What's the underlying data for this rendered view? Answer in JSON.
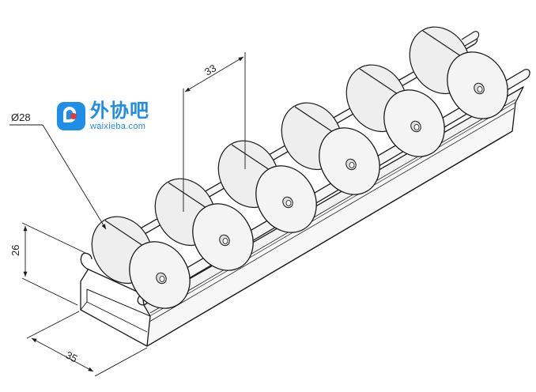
{
  "dimensions": {
    "roller_diameter": "Ø28",
    "roller_pitch": "33",
    "height": "26",
    "width": "35"
  },
  "watermark": {
    "name": "外协吧",
    "url": "waixieba.com"
  },
  "colors": {
    "line": "#1a1a1a",
    "roller_fill": "#eeeeee",
    "brand": "#1e8ee8",
    "brand_dot": "#e23a3a"
  }
}
